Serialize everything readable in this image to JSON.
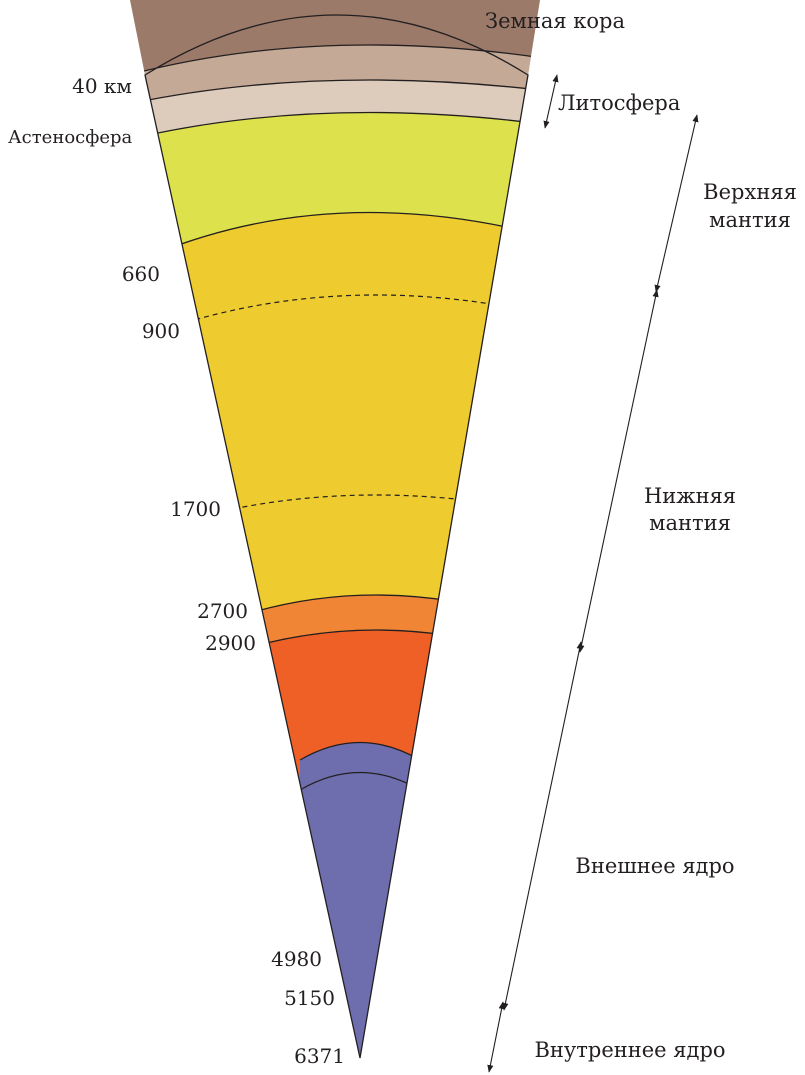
{
  "labels": {
    "crust": "Земная кора",
    "lithosphere": "Литосфера",
    "asthenosphere": "Астеносфера",
    "upper_mantle_line1": "Верхняя",
    "upper_mantle_line2": "мантия",
    "lower_mantle_line1": "Нижняя",
    "lower_mantle_line2": "мантия",
    "outer_core": "Внешнее ядро",
    "inner_core": "Внутреннее ядро"
  },
  "depths": {
    "d40": "40 км",
    "d660": "660",
    "d900": "900",
    "d1700": "1700",
    "d2700": "2700",
    "d2900": "2900",
    "d4980": "4980",
    "d5150": "5150",
    "d6371": "6371"
  },
  "colors": {
    "crust": "#9b7a69",
    "lithosphere": "#c3a996",
    "asthenosphere": "#ddccbb",
    "upper_mantle": "#dde24c",
    "lower_mantle": "#eecb2f",
    "d_layer": "#f08635",
    "outer_core": "#ef6026",
    "transition": "#a0507f",
    "inner_core": "#6e6eaf"
  }
}
